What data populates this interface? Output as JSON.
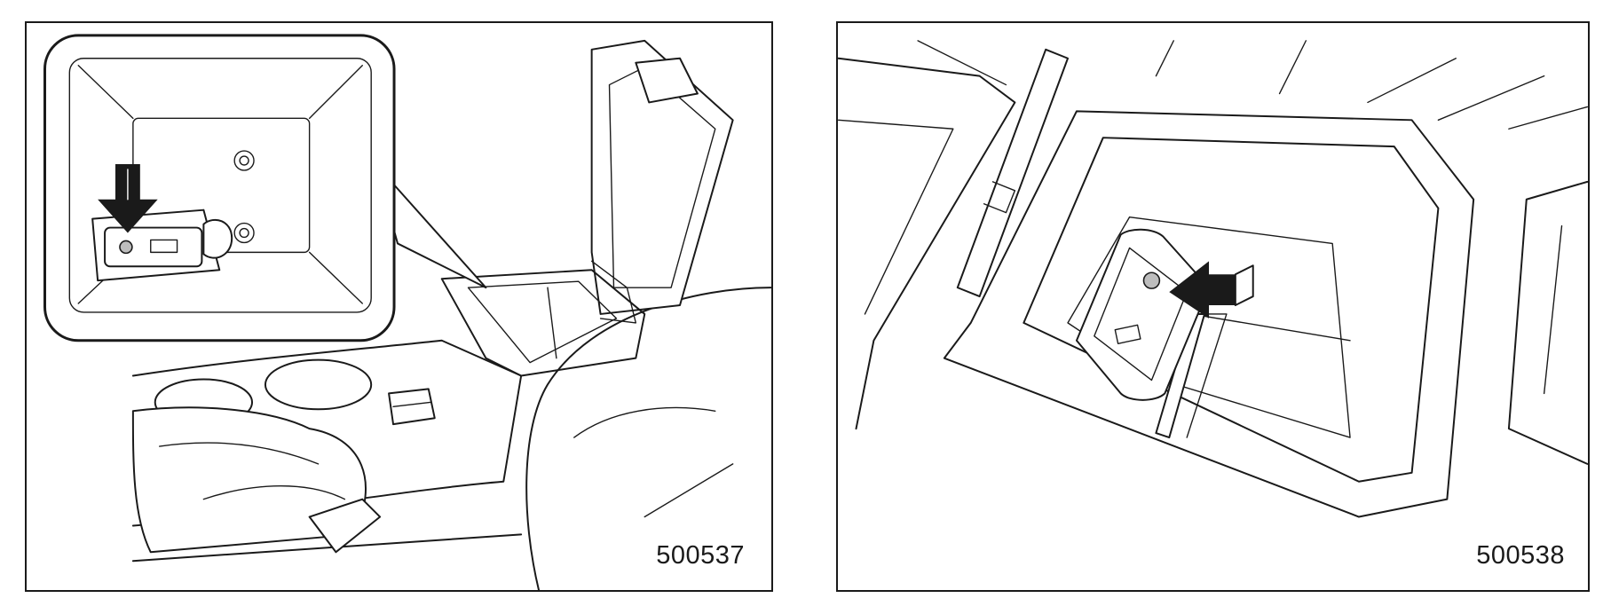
{
  "figures": [
    {
      "id": "500537",
      "arrow_icon": "down-arrow-icon",
      "subject": "center-console-armrest-open-with-inset"
    },
    {
      "id": "500538",
      "arrow_icon": "left-arrow-icon",
      "subject": "console-box-interior-accessory-socket"
    }
  ],
  "colors": {
    "line": "#1a1a1a",
    "background": "#ffffff",
    "socket_gray": "#bdbdbd"
  }
}
